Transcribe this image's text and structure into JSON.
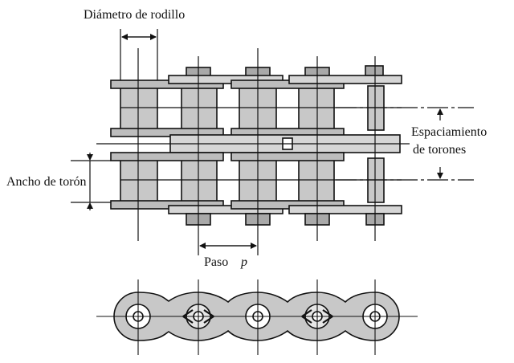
{
  "labels": {
    "roller_diameter": "Diámetro de rodillo",
    "strand_spacing_line1": "Espaciamiento",
    "strand_spacing_line2": "de torones",
    "strand_width": "Ancho de torón",
    "pitch": "Paso",
    "pitch_symbol": "p"
  },
  "colors": {
    "ink": "#111111",
    "roller_fill": "#c8c8c8",
    "plate_fill": "#bdbdbd",
    "plate_light": "#d6d6d6",
    "pin_fill": "#a9a9a9"
  }
}
